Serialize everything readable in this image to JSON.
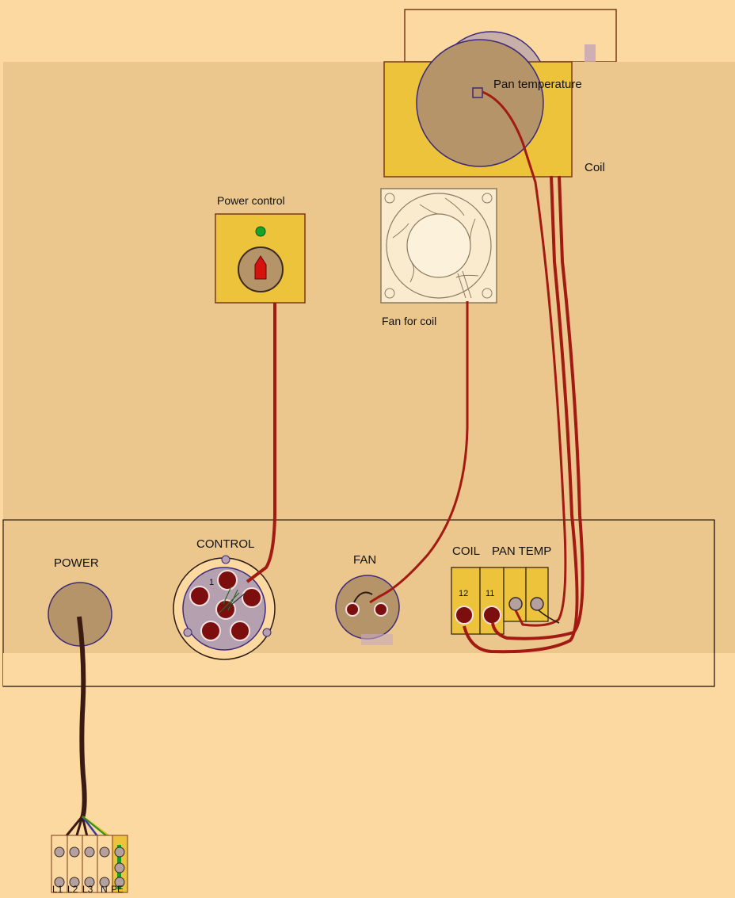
{
  "labels": {
    "pan_temperature": "Pan temperature",
    "coil": "Coil",
    "power_control": "Power control",
    "fan_for_coil": "Fan for coil",
    "power": "POWER",
    "control": "CONTROL",
    "fan": "FAN",
    "coil_terminal": "COIL",
    "pan_temp_terminal": "PAN TEMP",
    "control_pin_1": "1",
    "coil_pin_12": "12",
    "coil_pin_11": "11",
    "mains_terminals": [
      "L1",
      "L2",
      "L3",
      "N",
      "PE"
    ]
  },
  "colors": {
    "background": "#fcd9a1",
    "housing": "#ebc78d",
    "yellow_panel": "#ecc33b",
    "brown_disc": "#b5946a",
    "wire_red": "#a21a12",
    "wire_black": "#3a1a12",
    "contact_dark": "#7d0e0e",
    "outline": "#3d2a7a"
  },
  "icons": {
    "power_control_knob": "rotary-knob-icon",
    "power_led": "green-led-icon",
    "fan": "fan-icon"
  }
}
